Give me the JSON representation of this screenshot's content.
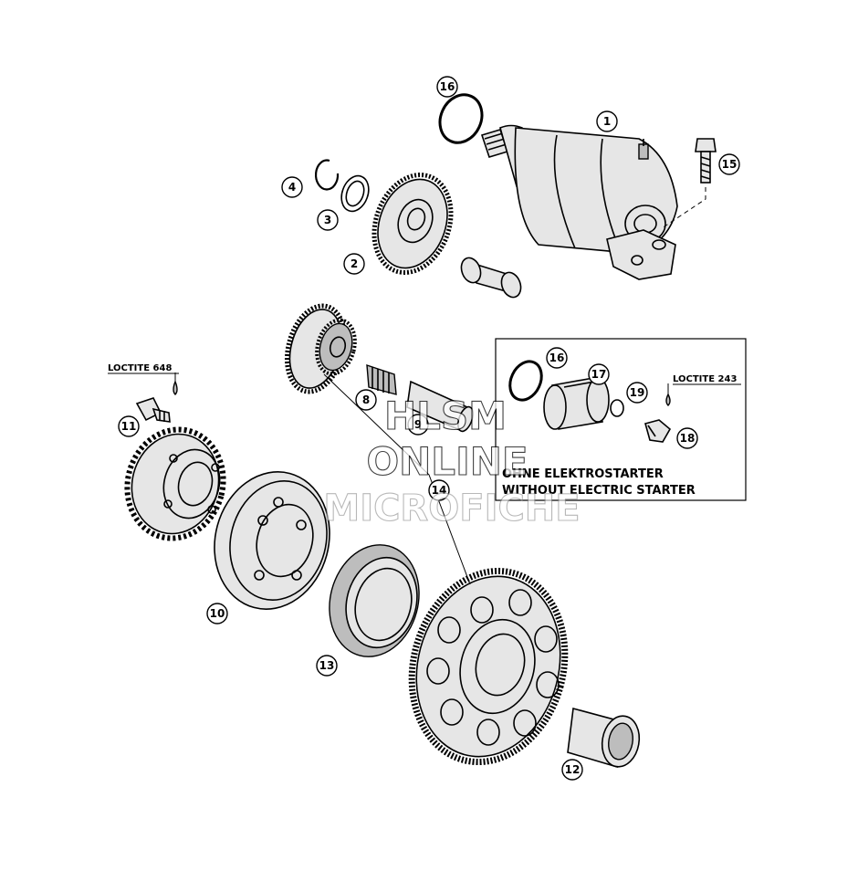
{
  "callouts": [
    {
      "id": "c1",
      "label": "1"
    },
    {
      "id": "c2",
      "label": "2"
    },
    {
      "id": "c3",
      "label": "3"
    },
    {
      "id": "c4",
      "label": "4"
    },
    {
      "id": "c8",
      "label": "8"
    },
    {
      "id": "c9",
      "label": "9"
    },
    {
      "id": "c10",
      "label": "10"
    },
    {
      "id": "c11",
      "label": "11"
    },
    {
      "id": "c12",
      "label": "12"
    },
    {
      "id": "c13",
      "label": "13"
    },
    {
      "id": "c14",
      "label": "14"
    },
    {
      "id": "c15",
      "label": "15"
    },
    {
      "id": "c16",
      "label": "16"
    },
    {
      "id": "c16b",
      "label": "16"
    },
    {
      "id": "c17",
      "label": "17"
    },
    {
      "id": "c18",
      "label": "18"
    },
    {
      "id": "c19",
      "label": "19"
    }
  ],
  "notes": {
    "loctite_648": "LOCTITE 648",
    "loctite_243": "LOCTITE 243"
  },
  "inset": {
    "line1": "OHNE ELEKTROSTARTER",
    "line2": "WITHOUT ELECTRIC STARTER"
  },
  "watermark": {
    "line1": "HLSM",
    "line2": "ONLINE",
    "line3": "MICROFICHE"
  }
}
